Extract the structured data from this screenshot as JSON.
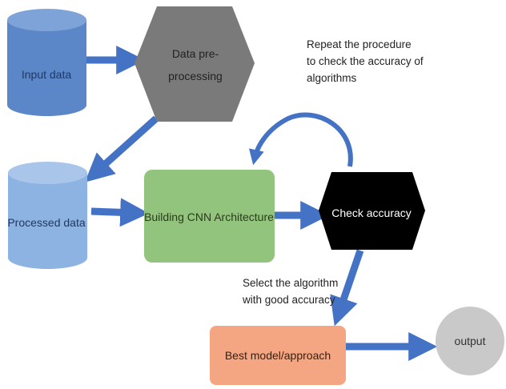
{
  "nodes": {
    "input_data": {
      "label": "Input data",
      "color": "#5b87c9"
    },
    "preprocessing": {
      "label_lines": [
        "Data pre-",
        "processing"
      ],
      "color": "#7a7a7a"
    },
    "processed_data": {
      "label": "Processed data",
      "color": "#8db3e2"
    },
    "cnn": {
      "label": "Building CNN Architecture",
      "color": "#93c47d"
    },
    "check_accuracy": {
      "label": "Check accuracy",
      "color": "#000000"
    },
    "best_model": {
      "label": "Best model/approach",
      "color": "#f4a582"
    },
    "output": {
      "label": "output",
      "color": "#c9c9c9"
    }
  },
  "annotations": {
    "repeat_lines": [
      "Repeat the procedure",
      "to check the accuracy of",
      "algorithms"
    ],
    "select_lines": [
      "Select the algorithm",
      "with good accuracy"
    ]
  },
  "arrow_color": "#4472c4"
}
